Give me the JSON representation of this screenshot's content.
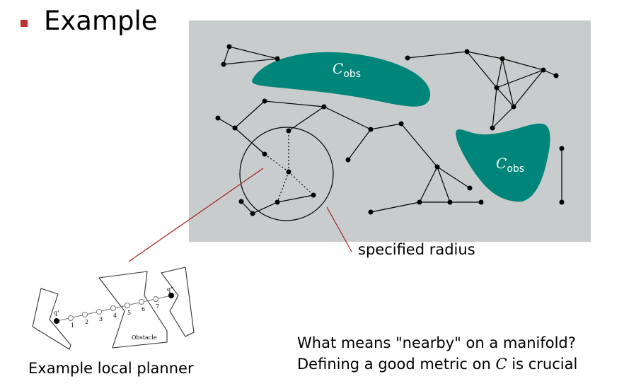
{
  "slide": {
    "title": "Example",
    "bullet_color": "#c0302a"
  },
  "roadmap": {
    "obstacle_label_main": "C",
    "obstacle_label_sub": "obs",
    "obstacle_color": "#00857a",
    "panel_color": "#c9cccc"
  },
  "callout": {
    "radius_label": "specified radius"
  },
  "planner": {
    "caption": "Example local planner",
    "start_label": "q'",
    "goal_label": "q''",
    "obstacle_text": "Obstacle",
    "step_labels": [
      "1",
      "2",
      "3",
      "4",
      "5",
      "6",
      "7"
    ]
  },
  "question": {
    "line1": "What means \"nearby\" on a manifold?",
    "line2_prefix": "Defining a good metric on ",
    "line2_symbol": "C",
    "line2_suffix": " is crucial"
  }
}
